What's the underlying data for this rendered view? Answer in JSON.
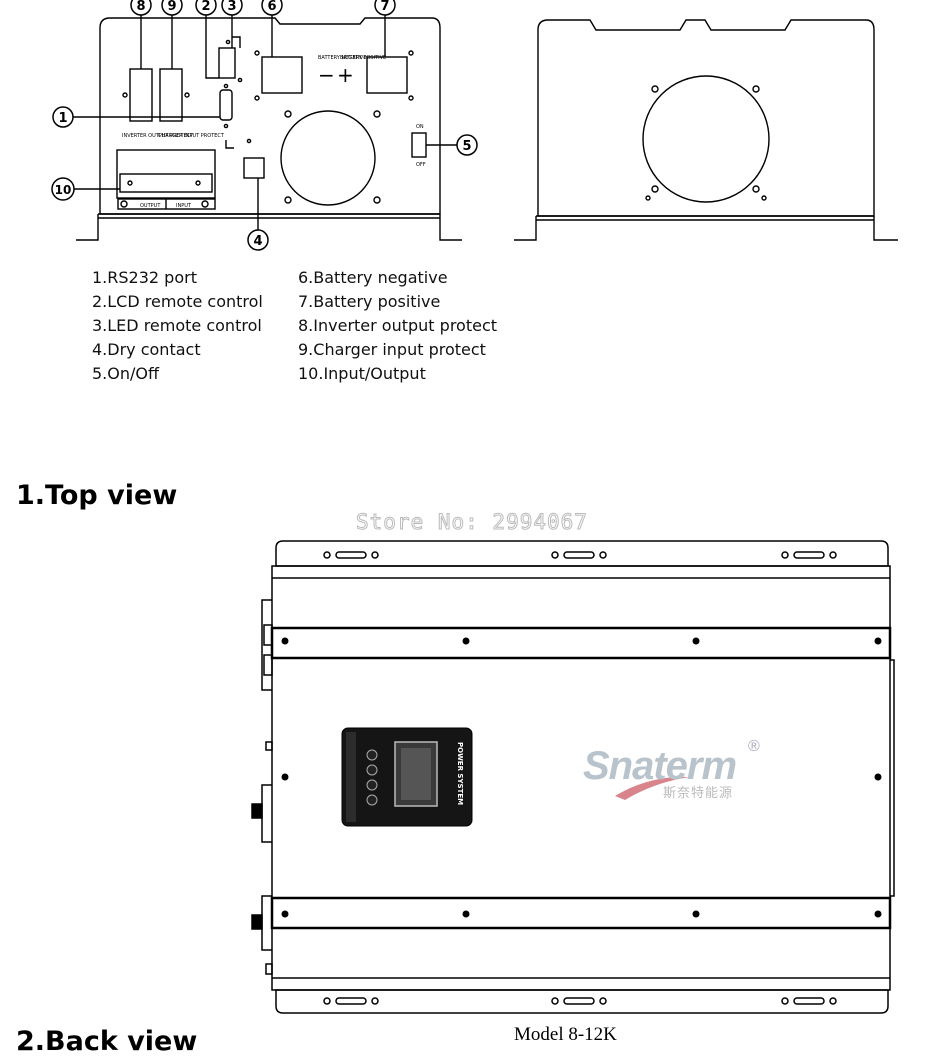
{
  "legend": {
    "col1": [
      "1.RS232 port",
      "2.LCD remote control",
      "3.LED remote control",
      "4.Dry contact",
      "5.On/Off"
    ],
    "col2": [
      "6.Battery negative",
      "7.Battery positive",
      "8.Inverter output protect",
      "9.Charger input protect",
      "10.Input/Output"
    ]
  },
  "callouts": [
    "1",
    "2",
    "3",
    "4",
    "5",
    "6",
    "7",
    "8",
    "9",
    "10"
  ],
  "panel_labels": {
    "battery_negative": "BATTERY NEGATIVE",
    "battery_positive": "BATTERY POSITIVE",
    "inverter_output_protect": "INVERTER OUTPUT PROTECT",
    "charger_input_protect": "CHARGER INPUT PROTECT",
    "output": "OUTPUT",
    "input": "INPUT",
    "on": "ON",
    "off": "OFF",
    "minus": "−",
    "plus": "+"
  },
  "top_view_title": "1.Top view",
  "next_section_title": "2.Back view",
  "watermark": "Store No: 2994067",
  "brand": {
    "name": "Snaterm",
    "registered": "®",
    "subtitle": "斯奈特能源"
  },
  "device_label": "POWER SYSTEM",
  "model_caption": "Model 8-12K"
}
